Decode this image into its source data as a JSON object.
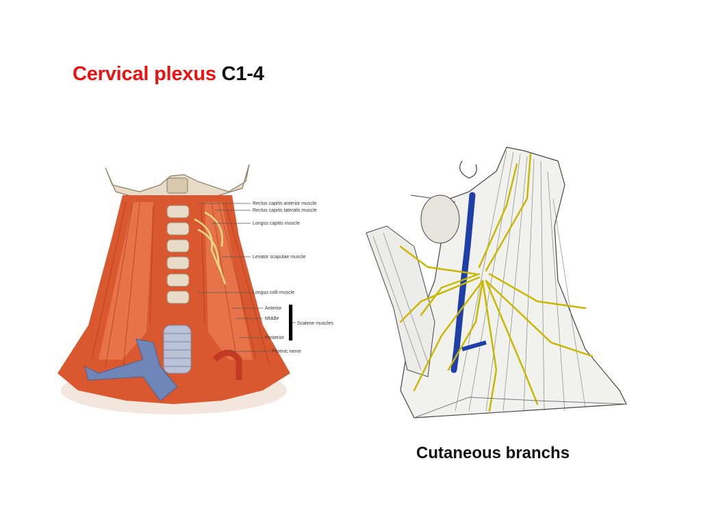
{
  "title": {
    "highlight": "Cervical plexus",
    "suffix": "C1-4"
  },
  "colors": {
    "title_red": "#ee1111",
    "muscle": "#d9582f",
    "muscle_light": "#f08a5e",
    "bone": "#e8dcc8",
    "vein": "#6f86b8",
    "nerve": "#e6d98a",
    "sketch_nerve": "#c9b800",
    "sketch_vein": "#1f3fa8"
  },
  "left_figure": {
    "labels": {
      "rectus_capitis_anterior": "Rectus capitis anterior muscle",
      "rectus_capitis_lateralis": "Rectus capitis lateralis muscle",
      "longus_capitis": "Longus capitis muscle",
      "levator_scapulae": "Levator scapulae muscle",
      "longus_colli": "Longus colli muscle",
      "anterior": "Anterior",
      "middle": "Middle",
      "posterior": "Posterior",
      "scalene_muscles": "Scalene muscles",
      "phrenic_nerve": "Phrenic nerve"
    }
  },
  "right_figure": {
    "caption": "Cutaneous branchs"
  }
}
